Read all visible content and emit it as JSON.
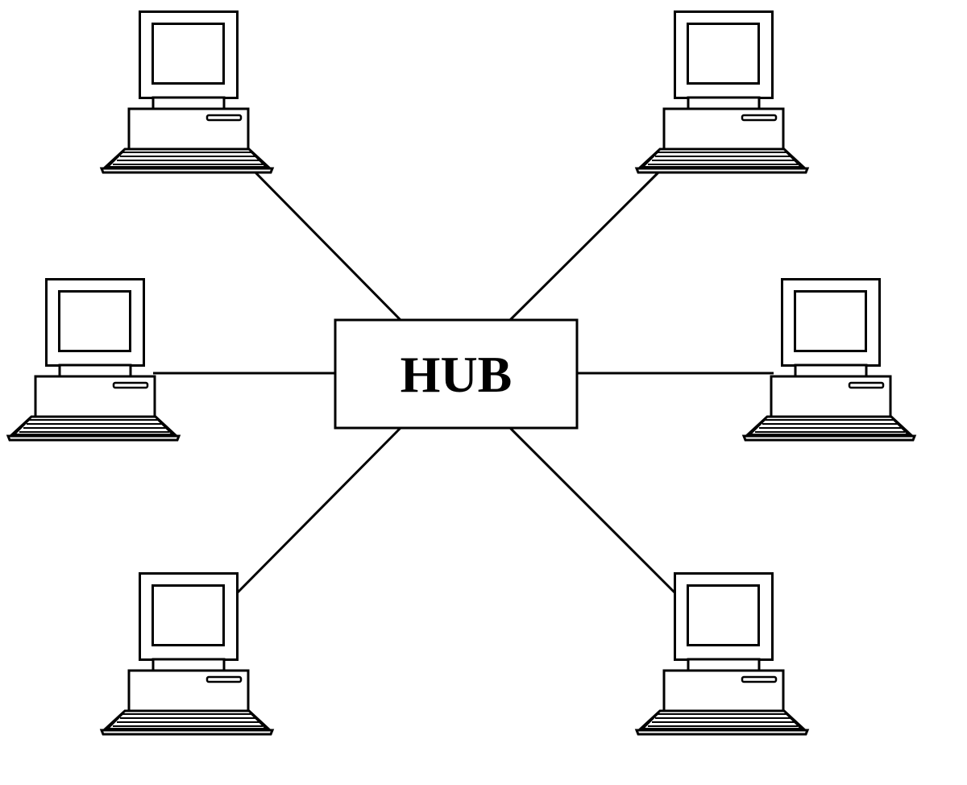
{
  "hub": {
    "label": "HUB"
  },
  "computers": [
    {
      "id": "top-left",
      "icon": "desktop-computer-icon"
    },
    {
      "id": "top-right",
      "icon": "desktop-computer-icon"
    },
    {
      "id": "middle-left",
      "icon": "desktop-computer-icon"
    },
    {
      "id": "middle-right",
      "icon": "desktop-computer-icon"
    },
    {
      "id": "bottom-left",
      "icon": "desktop-computer-icon"
    },
    {
      "id": "bottom-right",
      "icon": "desktop-computer-icon"
    }
  ],
  "colors": {
    "line": "#000000",
    "background": "#ffffff"
  }
}
